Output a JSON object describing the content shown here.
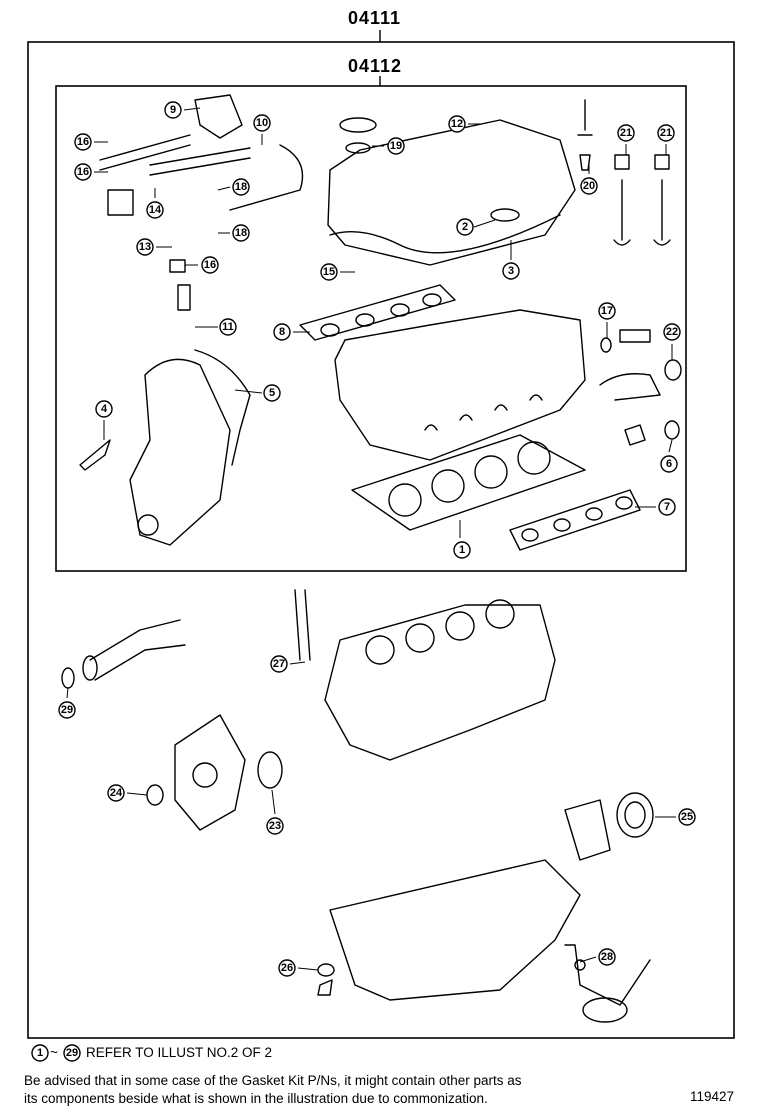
{
  "kits": {
    "outer_kit": "04111",
    "inner_kit": "04112"
  },
  "callouts": [
    "1",
    "2",
    "3",
    "4",
    "5",
    "6",
    "7",
    "8",
    "9",
    "10",
    "11",
    "12",
    "13",
    "14",
    "15",
    "16",
    "16",
    "16",
    "17",
    "18",
    "18",
    "19",
    "20",
    "21",
    "21",
    "22",
    "23",
    "24",
    "25",
    "26",
    "27",
    "28",
    "29"
  ],
  "notes": {
    "range_start": "1",
    "range_sep": "~",
    "range_end": "29",
    "refer_text": "REFER TO ILLUST NO.2 OF 2",
    "advisory_line1": "Be advised that in some case of the Gasket Kit P/Ns,  it might contain other parts as",
    "advisory_line2": "its components beside what is shown in the illustration due to commonization.",
    "illustration_number": "119427"
  }
}
